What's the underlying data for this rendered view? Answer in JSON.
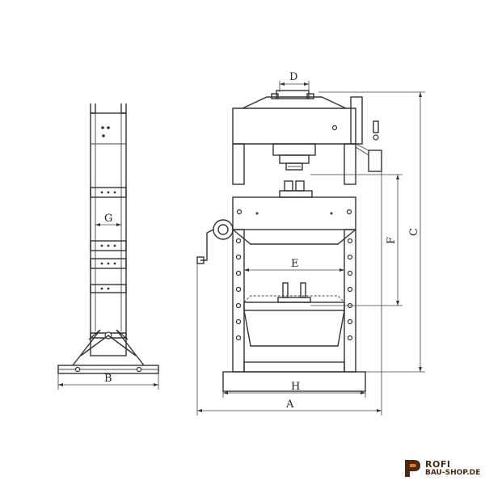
{
  "diagram": {
    "labels": {
      "a": "A",
      "b": "B",
      "c": "C",
      "d": "D",
      "e": "E",
      "f": "F",
      "g": "G",
      "h": "H"
    }
  },
  "logo": {
    "line1": "ROFI",
    "line2": "BAU-SHOP.DE",
    "color": "#4a2a12",
    "accent": "#e07a1c"
  }
}
